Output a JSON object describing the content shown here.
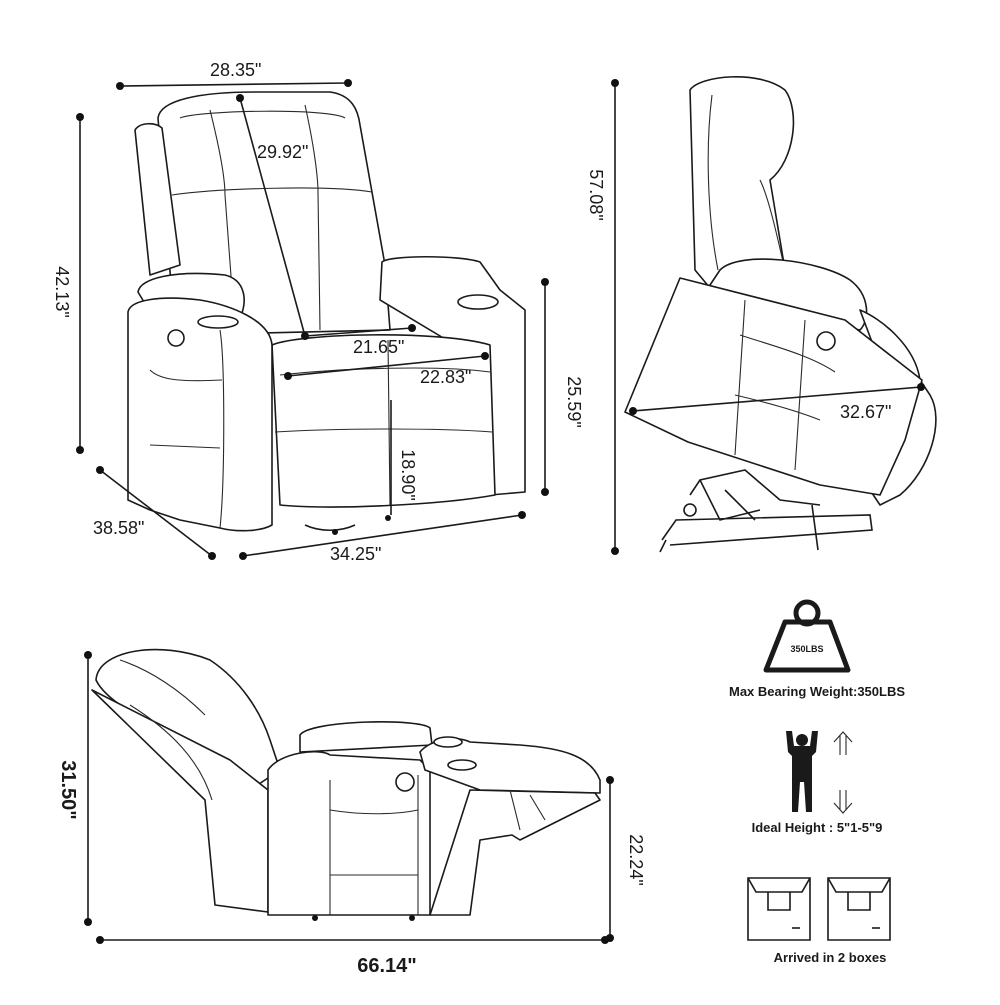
{
  "front_view": {
    "width_top": "28.35\"",
    "back_diagonal": "29.92\"",
    "height": "42.13\"",
    "seat_depth": "21.65\"",
    "seat_width": "22.83\"",
    "arm_height": "25.59\"",
    "seat_height": "18.90\"",
    "depth": "38.58\"",
    "width_bottom": "34.25\""
  },
  "lift_view": {
    "height": "57.08\"",
    "diagonal": "32.67\""
  },
  "recline_view": {
    "height": "31.50\"",
    "arm_height": "22.24\"",
    "length": "66.14\""
  },
  "features": {
    "weight_badge": "350LBS",
    "max_weight_label": "Max Bearing Weight:350LBS",
    "ideal_height_label": "Ideal Height : 5\"1-5\"9",
    "boxes_label": "Arrived in 2 boxes"
  }
}
